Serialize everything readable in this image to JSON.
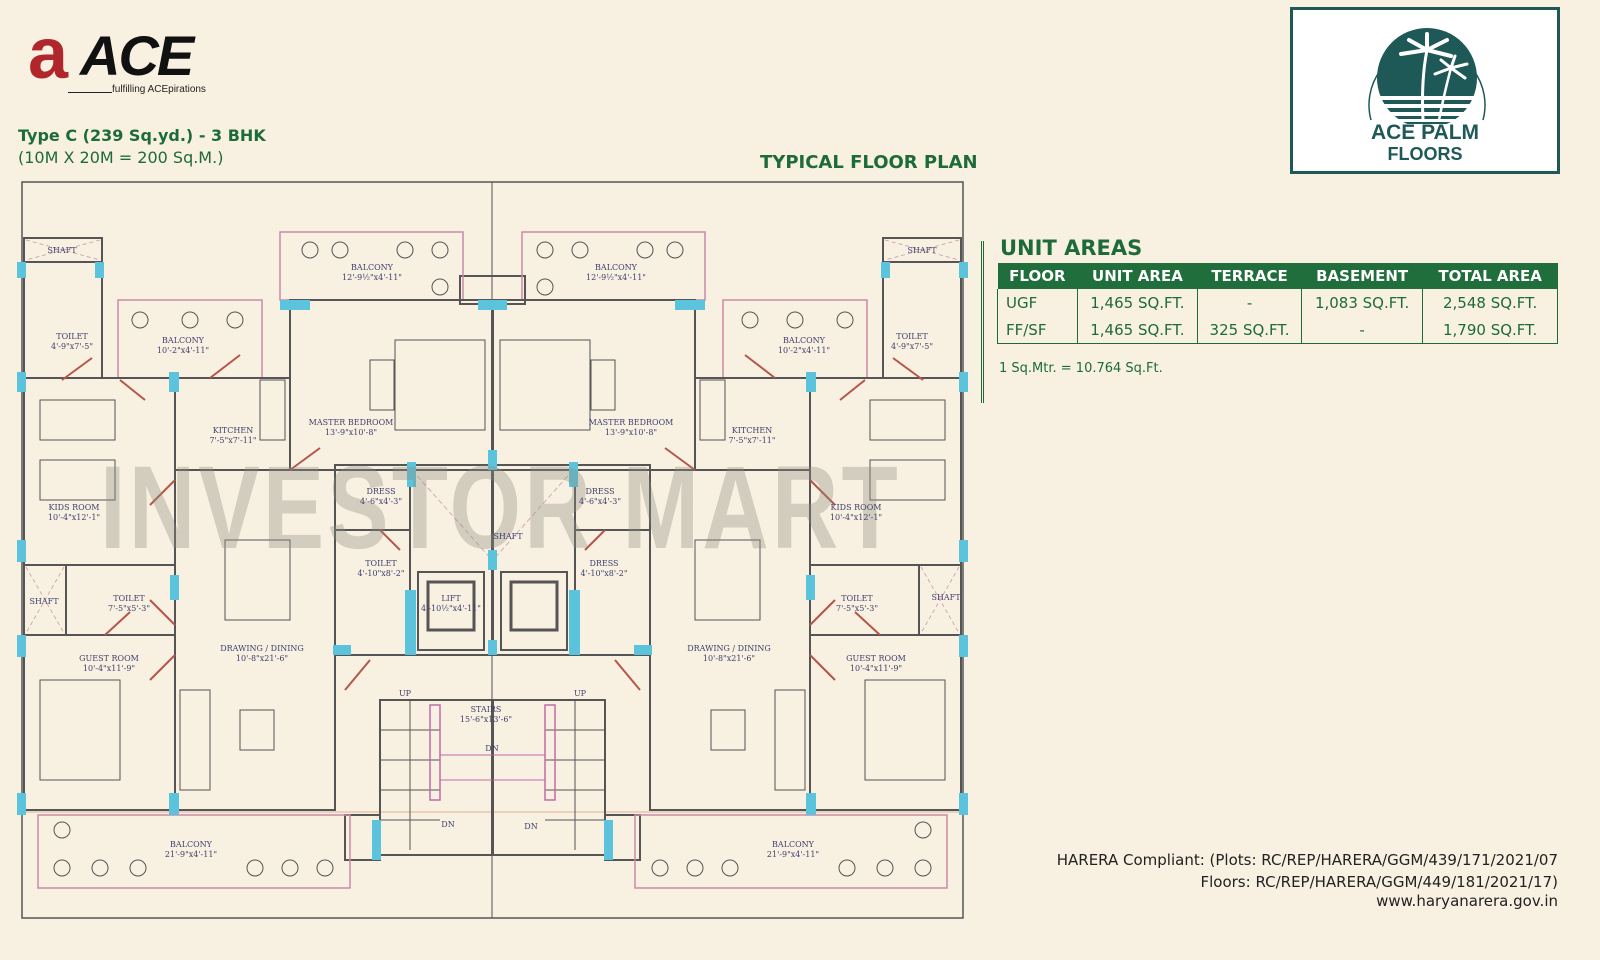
{
  "brand": {
    "logo_letter": "a",
    "logo_word": "ACE",
    "tagline": "fulfilling ACEpirations",
    "project_name_line1": "ACE PALM",
    "project_name_line2": "FLOORS"
  },
  "header": {
    "type_title": "Type C (239 Sq.yd.) - 3 BHK",
    "type_subtitle": "(10M X 20M = 200 Sq.M.)",
    "plan_title": "TYPICAL FLOOR PLAN"
  },
  "unit_areas": {
    "title": "UNIT AREAS",
    "columns": [
      "FLOOR",
      "UNIT AREA",
      "TERRACE",
      "BASEMENT",
      "TOTAL AREA"
    ],
    "rows": [
      [
        "UGF",
        "1,465 SQ.FT.",
        "-",
        "1,083 SQ.FT.",
        "2,548 SQ.FT."
      ],
      [
        "FF/SF",
        "1,465 SQ.FT.",
        "325 SQ.FT.",
        "-",
        "1,790 SQ.FT."
      ]
    ],
    "note": "1 Sq.Mtr. = 10.764 Sq.Ft."
  },
  "footer": {
    "line1": "HARERA Compliant: (Plots: RC/REP/HARERA/GGM/439/171/2021/07",
    "line2": "Floors: RC/REP/HARERA/GGM/449/181/2021/17)",
    "line3": "www.haryanarera.gov.in"
  },
  "watermark": "INVESTOR MART",
  "colors": {
    "brand_green": "#1e6b3a",
    "brand_teal": "#1f5957",
    "logo_red": "#b1262b",
    "column_cyan": "#5bc3dc",
    "balcony_pink": "#c98aa8",
    "door_red": "#b4574a"
  },
  "plan": {
    "rooms": [
      {
        "name": "SHAFT",
        "dim": ""
      },
      {
        "name": "TOILET",
        "dim": "4'-9\"x7'-5\""
      },
      {
        "name": "BALCONY",
        "dim": "10'-2\"x4'-11\""
      },
      {
        "name": "BALCONY",
        "dim": "12'-9½\"x4'-11\""
      },
      {
        "name": "KITCHEN",
        "dim": "7'-5\"x7'-11\""
      },
      {
        "name": "MASTER BEDROOM",
        "dim": "13'-9\"x10'-8\""
      },
      {
        "name": "KIDS ROOM",
        "dim": "10'-4\"x12'-1\""
      },
      {
        "name": "DRESS",
        "dim": "4'-6\"x4'-3\""
      },
      {
        "name": "TOILET",
        "dim": "4'-10\"x8'-2\""
      },
      {
        "name": "SHAFT",
        "dim": ""
      },
      {
        "name": "TOILET",
        "dim": "7'-5\"x5'-3\""
      },
      {
        "name": "GUEST ROOM",
        "dim": "10'-4\"x11'-9\""
      },
      {
        "name": "DRAWING / DINING",
        "dim": "10'-8\"x21'-6\""
      },
      {
        "name": "BALCONY",
        "dim": "21'-9\"x4'-11\""
      },
      {
        "name": "SHAFT",
        "dim": ""
      },
      {
        "name": "LIFT",
        "dim": "4'-10½\"x4'-11\""
      },
      {
        "name": "STAIRS",
        "dim": "15'-6\"x13'-6\""
      },
      {
        "name": "UP",
        "dim": ""
      },
      {
        "name": "UP",
        "dim": ""
      },
      {
        "name": "DN",
        "dim": ""
      },
      {
        "name": "DN",
        "dim": ""
      },
      {
        "name": "DN",
        "dim": ""
      },
      {
        "name": "SHAFT",
        "dim": ""
      },
      {
        "name": "TOILET",
        "dim": "4'-9\"x7'-5\""
      },
      {
        "name": "BALCONY",
        "dim": "10'-2\"x4'-11\""
      },
      {
        "name": "BALCONY",
        "dim": "12'-9½\"x4'-11\""
      },
      {
        "name": "KITCHEN",
        "dim": "7'-5\"x7'-11\""
      },
      {
        "name": "MASTER BEDROOM",
        "dim": "13'-9\"x10'-8\""
      },
      {
        "name": "KIDS ROOM",
        "dim": "10'-4\"x12'-1\""
      },
      {
        "name": "DRESS",
        "dim": "4'-6\"x4'-3\""
      },
      {
        "name": "DRESS",
        "dim": "4'-10\"x8'-2\""
      },
      {
        "name": "SHAFT",
        "dim": ""
      },
      {
        "name": "TOILET",
        "dim": "7'-5\"x5'-3\""
      },
      {
        "name": "GUEST ROOM",
        "dim": "10'-4\"x11'-9\""
      },
      {
        "name": "DRAWING / DINING",
        "dim": "10'-8\"x21'-6\""
      },
      {
        "name": "BALCONY",
        "dim": "21'-9\"x4'-11\""
      }
    ]
  }
}
